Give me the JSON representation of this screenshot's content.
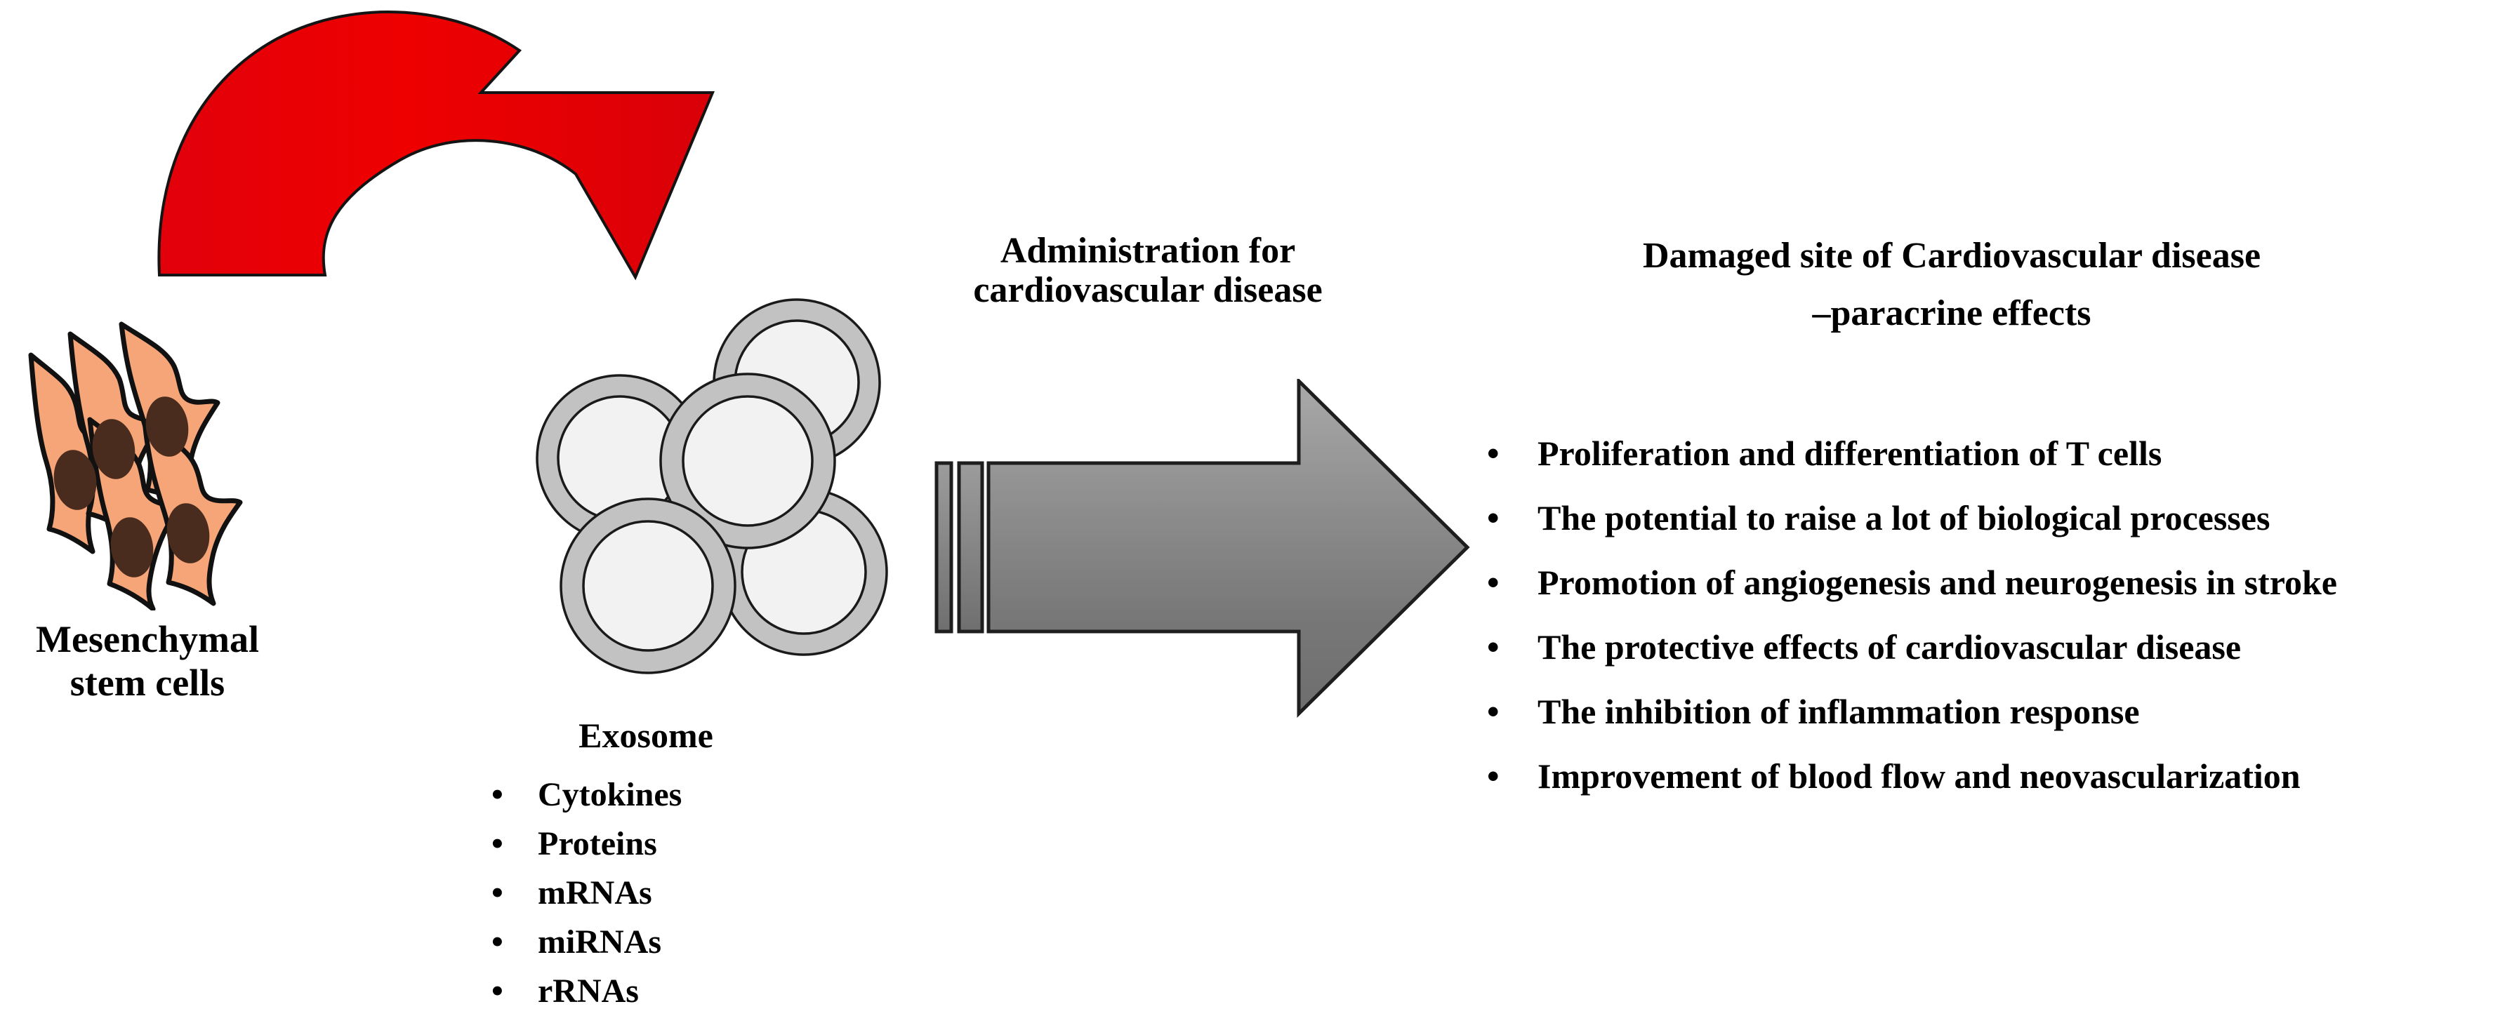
{
  "diagram": {
    "title_not_shown": "",
    "source_label": {
      "line1": "Mesenchymal",
      "line2": "stem cells"
    },
    "exosome": {
      "label": "Exosome",
      "bullet_char": "•",
      "cargo": [
        "Cytokines",
        "Proteins",
        "mRNAs",
        "miRNAs",
        "rRNAs"
      ]
    },
    "administration": {
      "line1": "Administration for",
      "line2": "cardiovascular disease"
    },
    "damaged_site": {
      "line1": "Damaged site of Cardiovascular disease",
      "line2": "–paracrine effects",
      "bullet_char": "•",
      "effects": [
        "Proliferation and differentiation of T cells",
        "The potential to raise a lot of biological processes",
        "Promotion of angiogenesis and neurogenesis in stroke",
        "The protective effects of cardiovascular disease",
        "The inhibition of inflammation response",
        "Improvement of blood flow and neovascularization"
      ]
    },
    "colors": {
      "cell_body": "#f5a578",
      "cell_nucleus": "#4a2c1e",
      "cell_outline": "#111111",
      "exosome_ring": "#c2c2c2",
      "exosome_core": "#f2f2f2",
      "exosome_outline": "#1a1a1a",
      "red_arrow": "#e8000d",
      "gray_arrow_light": "#9a9a9a",
      "gray_arrow_dark": "#6e6e6e",
      "text": "#000000",
      "background": "#ffffff"
    },
    "icons": {
      "red_curved_arrow": "curved-down-arrow-icon",
      "gray_block_arrow": "right-block-arrow-icon",
      "stem_cells": "mesenchymal-stem-cells-icon",
      "exosomes": "exosome-vesicles-icon"
    }
  }
}
